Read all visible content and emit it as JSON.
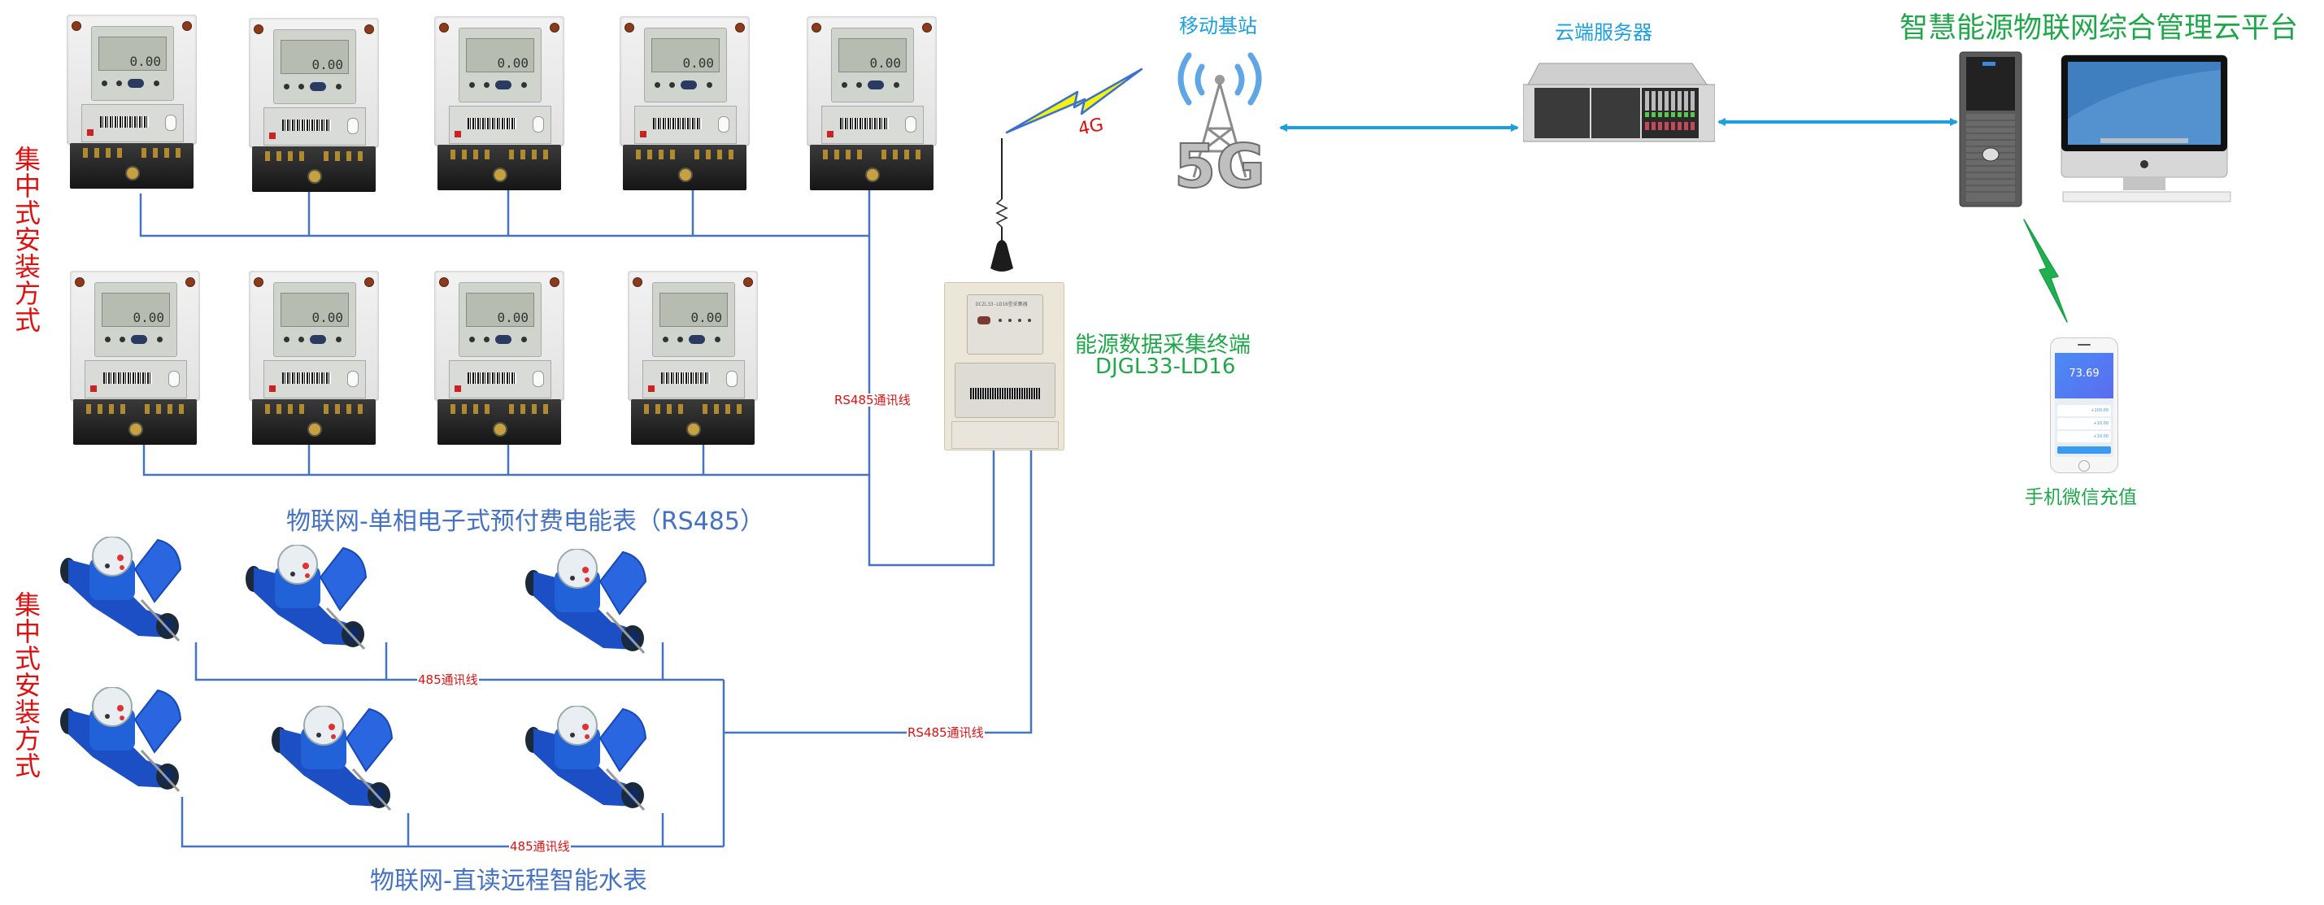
{
  "platform": {
    "title": "智慧能源物联网综合管理云平台"
  },
  "install_mode_labels": {
    "electric": [
      "集",
      "中",
      "式",
      "安",
      "装",
      "方",
      "式"
    ],
    "water": [
      "集",
      "中",
      "式",
      "安",
      "装",
      "方",
      "式"
    ]
  },
  "electric_meters": {
    "caption": "物联网-单相电子式预付费电能表（RS485）",
    "reading": "0.00",
    "rows": [
      {
        "count": 5
      },
      {
        "count": 4
      }
    ],
    "bus_label": "RS485通讯线"
  },
  "water_meters": {
    "caption": "物联网-直读远程智能水表",
    "rows": [
      {
        "count": 3,
        "bus_label": "485通讯线"
      },
      {
        "count": 3,
        "bus_label": "485通讯线"
      }
    ],
    "trunk_label": "RS485通讯线"
  },
  "collector": {
    "name": "能源数据采集终端",
    "model": "DJGL33-LD16",
    "panel_model_text": "DCZL33-LD16型采集器"
  },
  "wireless_link": {
    "label": "4G"
  },
  "base_station": {
    "label": "移动基站",
    "icon_text": "5G"
  },
  "cloud_server": {
    "label": "云端服务器"
  },
  "mobile": {
    "label": "手机微信充值",
    "balance": "73.69",
    "records": [
      "+100.00",
      "+10.00",
      "+10.00"
    ]
  },
  "colors": {
    "wire": "#4472c4",
    "arrow": "#1aa0e0",
    "red_text": "#e01010",
    "green_text": "#1fa84a",
    "lightning_yellow": "#f2f20a",
    "lightning_green": "#1fb050"
  }
}
